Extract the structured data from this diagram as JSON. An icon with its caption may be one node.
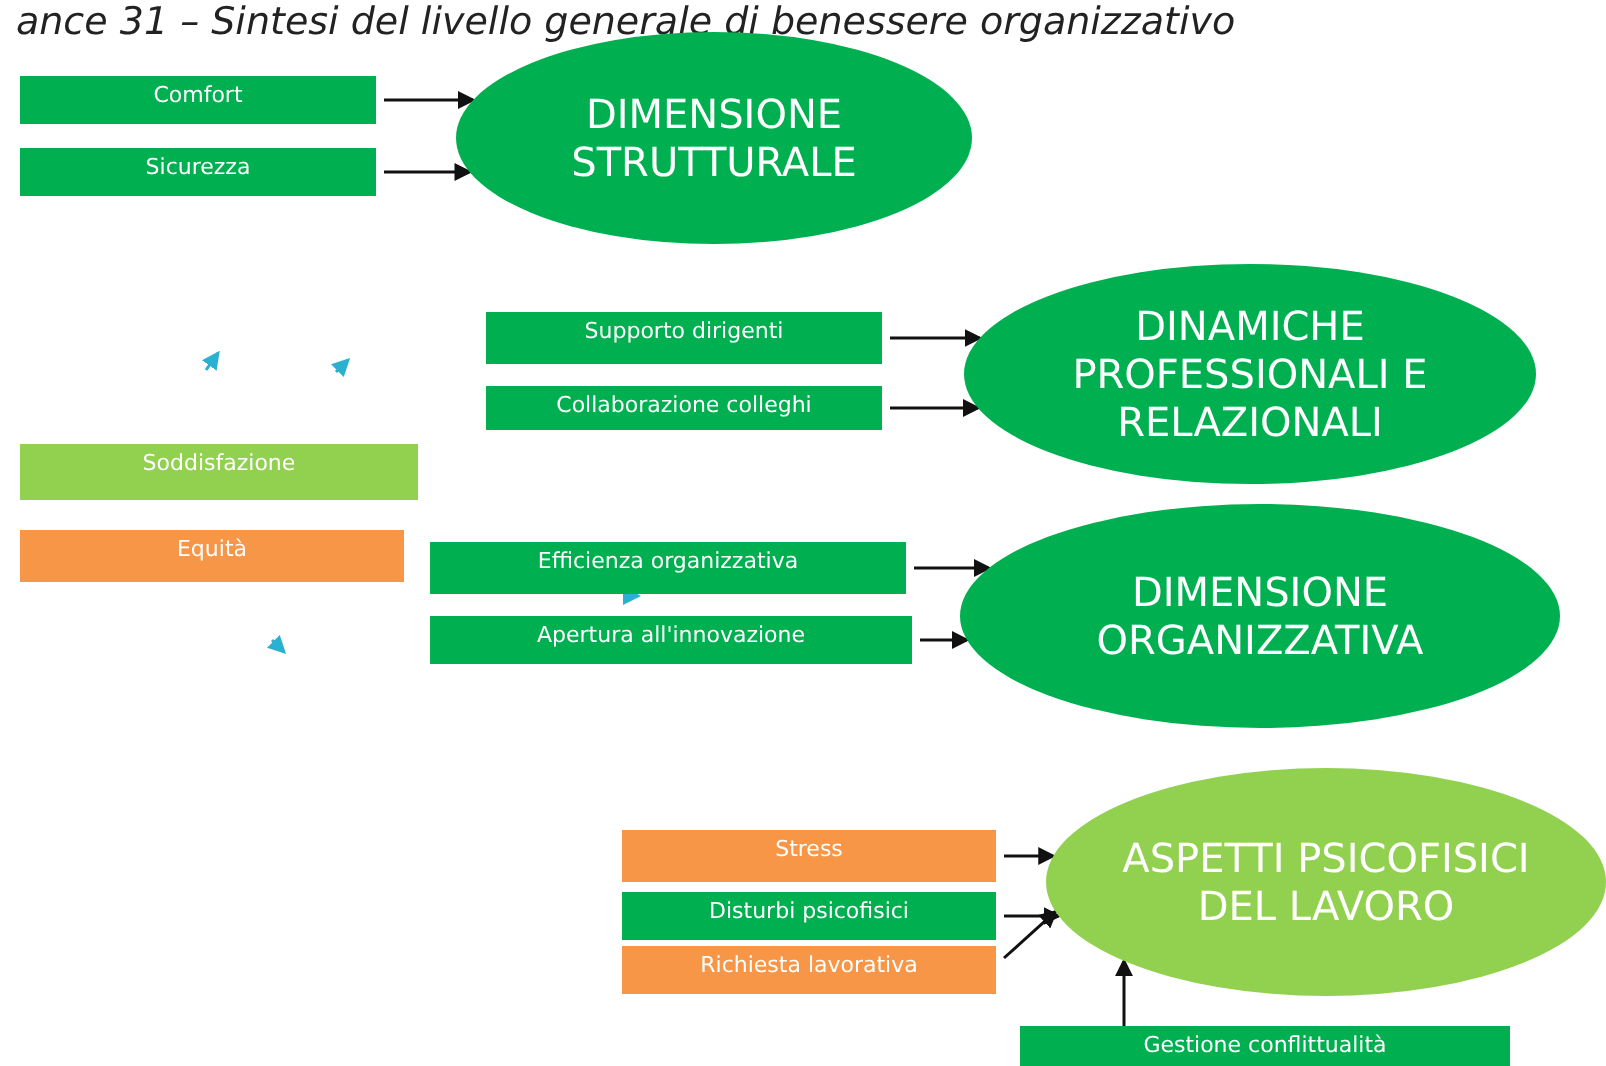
{
  "diagram": {
    "title": "ance 31 – Sintesi del livello generale di benessere organizzativo",
    "nodes": [
      {
        "text": [
          "Comfort"
        ]
      },
      {
        "text": [
          "Sicurezza"
        ]
      },
      {
        "text": [
          "DIMENSIONE STRUTTURALE"
        ]
      },
      {
        "text": [
          "Supporto dirigenti"
        ]
      },
      {
        "text": [
          "Collaborazione colleghi"
        ]
      },
      {
        "text": [
          "DINAMICHE PROFESSIONALI E RELAZIONALI"
        ]
      },
      {
        "text": [
          "Soddisfazione"
        ]
      },
      {
        "text": [
          "Equità"
        ]
      },
      {
        "text": [
          "Efficienza organizzativa"
        ]
      },
      {
        "text": [
          "Apertura all'innovazione"
        ]
      },
      {
        "text": [
          "DIMENSIONE ORGANIZZATIVA"
        ]
      },
      {
        "text": [
          "Stress"
        ]
      },
      {
        "text": [
          "Disturbi psicofisici"
        ]
      },
      {
        "text": [
          "Richiesta lavorativa"
        ]
      },
      {
        "text": [
          "ASPETTI PSICOFISICI DEL LAVORO"
        ]
      },
      {
        "text": [
          "Gestione conflittualità"
        ]
      }
    ],
    "edges": [
      {
        "from": 0,
        "to": 2,
        "arrow": "to"
      },
      {
        "from": 1,
        "to": 2,
        "arrow": "to"
      },
      {
        "from": 3,
        "to": 5,
        "arrow": "to"
      },
      {
        "from": 4,
        "to": 5,
        "arrow": "to"
      },
      {
        "from": 8,
        "to": 10,
        "arrow": "to"
      },
      {
        "from": 9,
        "to": 10,
        "arrow": "to"
      },
      {
        "from": 11,
        "to": 14,
        "arrow": "to"
      },
      {
        "from": 12,
        "to": 14,
        "arrow": "to"
      },
      {
        "from": 13,
        "to": 14,
        "arrow": "to"
      },
      {
        "from": 15,
        "to": 14,
        "arrow": "to"
      }
    ]
  }
}
